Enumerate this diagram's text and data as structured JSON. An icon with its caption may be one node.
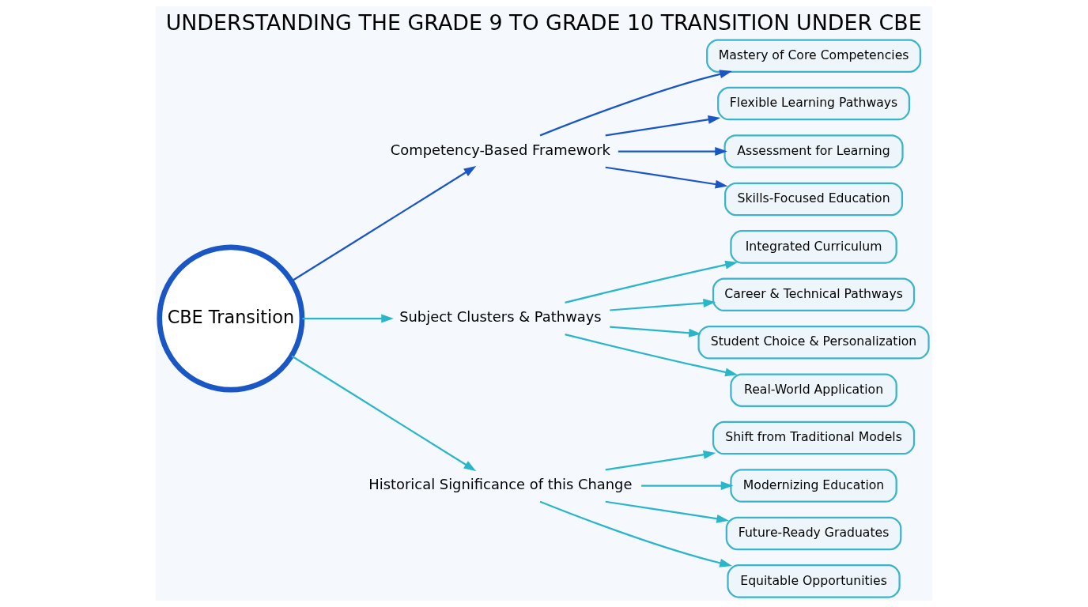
{
  "diagram": {
    "title": "UNDERSTANDING THE GRADE 9 TO GRADE 10 TRANSITION UNDER CBE",
    "nodes": [
      {
        "text": [
          "CBE Transition"
        ]
      },
      {
        "text": [
          "Competency-Based Framework"
        ]
      },
      {
        "text": [
          "Mastery of Core Competencies"
        ]
      },
      {
        "text": [
          "Flexible Learning Pathways"
        ]
      },
      {
        "text": [
          "Assessment for Learning"
        ]
      },
      {
        "text": [
          "Skills-Focused Education"
        ]
      },
      {
        "text": [
          "Subject Clusters & Pathways"
        ]
      },
      {
        "text": [
          "Integrated Curriculum"
        ]
      },
      {
        "text": [
          "Career & Technical Pathways"
        ]
      },
      {
        "text": [
          "Student Choice & Personalization"
        ]
      },
      {
        "text": [
          "Real-World Application"
        ]
      },
      {
        "text": [
          "Historical Significance of this Change"
        ]
      },
      {
        "text": [
          "Shift from Traditional Models"
        ]
      },
      {
        "text": [
          "Modernizing Education"
        ]
      },
      {
        "text": [
          "Future-Ready Graduates"
        ]
      },
      {
        "text": [
          "Equitable Opportunities"
        ]
      }
    ],
    "edges": [
      {
        "from": 0,
        "to": 1,
        "arrow": "to",
        "color": "#1a56c4"
      },
      {
        "from": 1,
        "to": 2,
        "arrow": "to",
        "color": "#1a56c4"
      },
      {
        "from": 1,
        "to": 3,
        "arrow": "to",
        "color": "#1a56c4"
      },
      {
        "from": 1,
        "to": 4,
        "arrow": "to",
        "color": "#1a56c4"
      },
      {
        "from": 1,
        "to": 5,
        "arrow": "to",
        "color": "#1a56c4"
      },
      {
        "from": 0,
        "to": 6,
        "arrow": "to"
      },
      {
        "from": 6,
        "to": 7,
        "arrow": "to"
      },
      {
        "from": 6,
        "to": 8,
        "arrow": "to"
      },
      {
        "from": 6,
        "to": 9,
        "arrow": "to"
      },
      {
        "from": 6,
        "to": 10,
        "arrow": "to"
      },
      {
        "from": 0,
        "to": 11,
        "arrow": "to"
      },
      {
        "from": 11,
        "to": 12,
        "arrow": "to"
      },
      {
        "from": 11,
        "to": 13,
        "arrow": "to"
      },
      {
        "from": 11,
        "to": 14,
        "arrow": "to"
      },
      {
        "from": 11,
        "to": 15,
        "arrow": "to"
      }
    ]
  }
}
